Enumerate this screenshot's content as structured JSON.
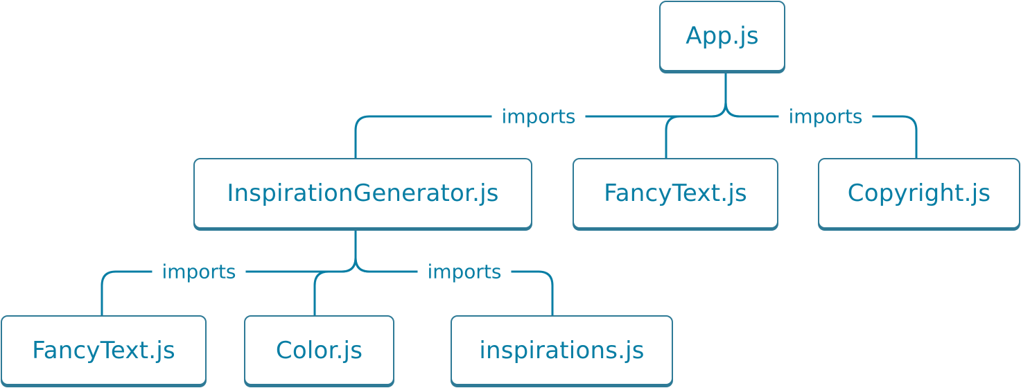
{
  "diagram": {
    "colors": {
      "accent": "#087ea4",
      "border": "#2e7a96",
      "background": "#ffffff"
    },
    "nodes": {
      "app": "App.js",
      "inspiration_generator": "InspirationGenerator.js",
      "fancy_text_top": "FancyText.js",
      "copyright": "Copyright.js",
      "fancy_text_bottom": "FancyText.js",
      "color": "Color.js",
      "inspirations": "inspirations.js"
    },
    "edge_labels": {
      "app_left": "imports",
      "app_right": "imports",
      "generator_left": "imports",
      "generator_right": "imports"
    }
  }
}
